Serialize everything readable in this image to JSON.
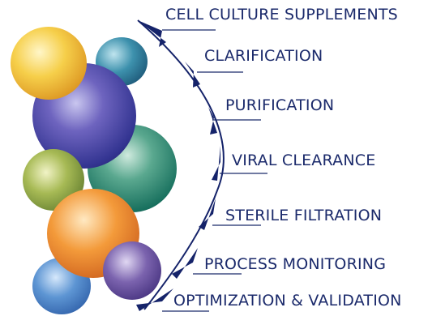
{
  "colors": {
    "label_text": "#1b2a6b",
    "arc": "#15236a",
    "underline": "#1b2a6b",
    "sphere_yellow": "#f4c43c",
    "sphere_teal_small": "#2f86a2",
    "sphere_purple_large": "#3b3c92",
    "sphere_teal_large": "#1f8069",
    "sphere_olive": "#98ad45",
    "sphere_orange": "#ee8c2e",
    "sphere_blue": "#3f7cc1",
    "sphere_violet": "#5a4596"
  },
  "icons": {
    "spheres": "molecular-spheres-cluster",
    "arc": "curved-arc-with-arrowheads"
  },
  "steps": [
    {
      "label": "CELL CULTURE SUPPLEMENTS"
    },
    {
      "label": "CLARIFICATION"
    },
    {
      "label": "PURIFICATION"
    },
    {
      "label": "VIRAL CLEARANCE"
    },
    {
      "label": "STERILE FILTRATION"
    },
    {
      "label": "PROCESS MONITORING"
    },
    {
      "label": "OPTIMIZATION & VALIDATION"
    }
  ]
}
